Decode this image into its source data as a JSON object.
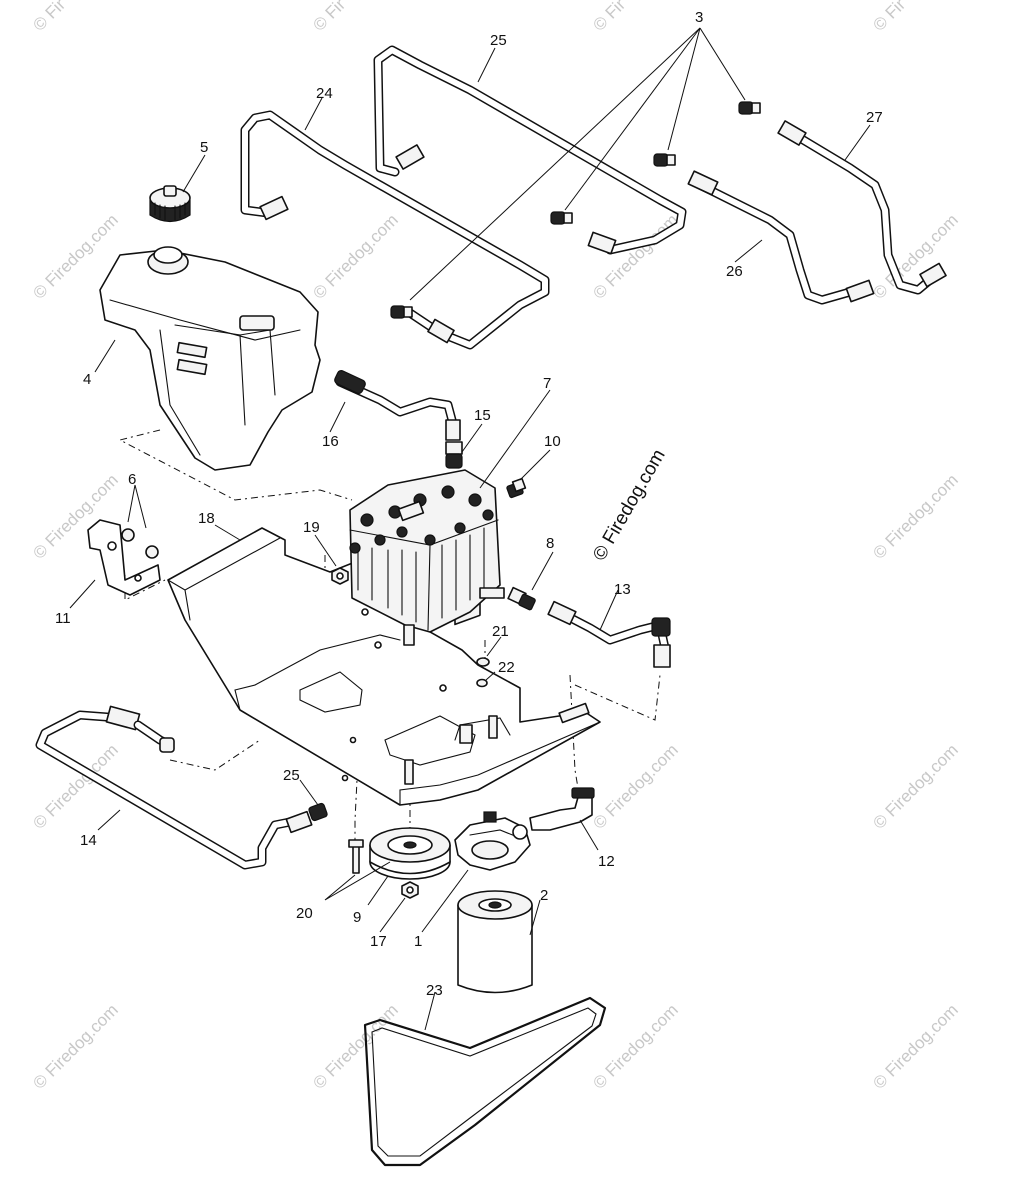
{
  "watermark": {
    "main_text": "© Firedog.com",
    "tile_text": "© Firedog.com",
    "tile_text_partial": "© Fir",
    "tile_text_partial_b": "© Firedo",
    "color": "#c8c8c8"
  },
  "callouts": {
    "c1": "1",
    "c2": "2",
    "c3": "3",
    "c4": "4",
    "c5": "5",
    "c6": "6",
    "c7": "7",
    "c8": "8",
    "c9": "9",
    "c10": "10",
    "c11": "11",
    "c12": "12",
    "c13": "13",
    "c14": "14",
    "c15": "15",
    "c16": "16",
    "c17": "17",
    "c18": "18",
    "c19": "19",
    "c20": "20",
    "c21": "21",
    "c22": "22",
    "c23": "23",
    "c24": "24",
    "c25a": "25",
    "c25b": "25",
    "c26": "26",
    "c27": "27"
  },
  "icons": {
    "reservoir": "hydraulic-reservoir-icon",
    "pump": "hydraulic-pump-icon",
    "filter": "oil-filter-icon",
    "pulley": "pulley-icon",
    "belt": "drive-belt-icon",
    "bracket": "mounting-plate-icon"
  }
}
